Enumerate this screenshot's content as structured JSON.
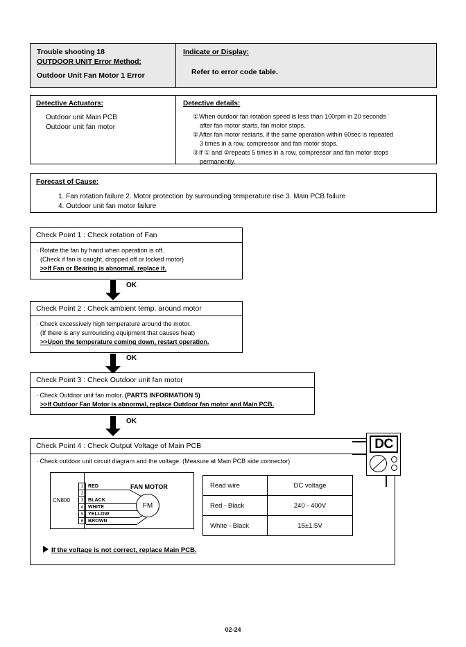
{
  "header": {
    "left": {
      "line1": "Trouble shooting  18",
      "line2": "OUTDOOR UNIT Error Method:",
      "line3": "Outdoor Unit Fan Motor 1 Error"
    },
    "right": {
      "title": "Indicate or Display:",
      "body": "Refer to error code table."
    }
  },
  "detective": {
    "actuators_title": "Detective Actuators:",
    "actuators": [
      "Outdoor unit Main PCB",
      "Outdoor unit fan motor"
    ],
    "details_title": "Detective details:",
    "details": [
      {
        "num": "①",
        "lines": [
          "When outdoor fan rotation speed is less than 100rpm in 20 seconds",
          "after fan motor starts, fan motor stops."
        ]
      },
      {
        "num": "②",
        "lines": [
          "After fan motor restarts, if the same operation within 60sec is repeated",
          "3 times in a row, compressor and fan motor stops."
        ]
      },
      {
        "num": "③",
        "lines": [
          "If ① and  ②repeats 5 times in a row, compressor and fan motor stops",
          "permanently."
        ]
      }
    ]
  },
  "forecast": {
    "title": "Forecast of  Cause:",
    "line1": "1. Fan rotation failure    2. Motor protection by surrounding temperature rise    3. Main PCB failure",
    "line2": "4. Outdoor unit fan motor failure"
  },
  "checkpoints": [
    {
      "head": "Check Point 1 : Check rotation of Fan",
      "body": [
        "· Rotate the fan by hand when operation is off.",
        "(Check if fan is caught, dropped off or locked motor)"
      ],
      "result": ">>If Fan or Bearing is abnormal, replace it."
    },
    {
      "head": "Check Point 2 : Check ambient temp. around motor",
      "body": [
        "· Check excessively high temperature around the motor.",
        "(If there is any surrounding equipment that causes heat)"
      ],
      "result": ">>Upon the temperature coming down, restart operation."
    },
    {
      "head": "Check Point 3 : Check Outdoor unit fan motor",
      "body_prefix": "· Check Outdoor unit fan motor. ",
      "body_strong": "(PARTS INFORMATION 5)",
      "result": ">>If Outdoor Fan Motor is abnormal, replace Outdoor fan motor and Main PCB."
    },
    {
      "head": "Check Point 4 : Check Output Voltage of Main PCB",
      "body": "· Check outdoor unit circuit diagram and the voltage. (Measure at Main PCB side connector)"
    }
  ],
  "arrow_label": "OK",
  "meter": {
    "label": "DC"
  },
  "wiring": {
    "connector": "CN800",
    "fan_motor_label": "FAN MOTOR",
    "fm_label": "FM",
    "pins": [
      "1",
      "2",
      "3",
      "4",
      "5",
      "6"
    ],
    "wires": [
      {
        "pin": "1",
        "color": "RED"
      },
      {
        "pin": "3",
        "color": "BLACK"
      },
      {
        "pin": "4",
        "color": "WHITE"
      },
      {
        "pin": "5",
        "color": "YELLOW"
      },
      {
        "pin": "6",
        "color": "BROWN"
      }
    ]
  },
  "voltage_table": {
    "headers": [
      "Read wire",
      "DC voltage"
    ],
    "rows": [
      [
        "Red - Black",
        "240 - 400V"
      ],
      [
        "White - Black",
        "15±1.5V"
      ]
    ]
  },
  "final_note": "If the voltage is not correct, replace Main PCB.",
  "footer": {
    "page": "02-24"
  }
}
